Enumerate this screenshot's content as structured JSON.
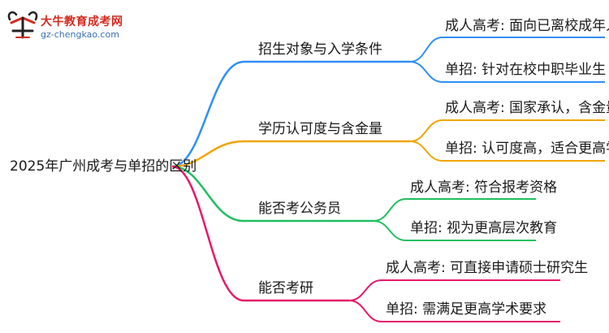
{
  "logo": {
    "name_cn": "大牛教育成考网",
    "url": "gz-chengkao.com",
    "mark_text": "大牛"
  },
  "mindmap": {
    "root": "2025年广州成考与单招的区别",
    "colors": {
      "branch1": "#2f8ef5",
      "branch2": "#f0a500",
      "branch3": "#1fbf5f",
      "branch4": "#e8196b"
    },
    "branches": [
      {
        "label": "招生对象与入学条件",
        "children": [
          "成人高考: 面向已离校成年人",
          "单招: 针对在校中职毕业生"
        ]
      },
      {
        "label": "学历认可度与含金量",
        "children": [
          "成人高考: 国家承认，含金量高",
          "单招: 认可度高，适合更高学府"
        ]
      },
      {
        "label": "能否考公务员",
        "children": [
          "成人高考: 符合报考资格",
          "单招: 视为更高层次教育"
        ]
      },
      {
        "label": "能否考研",
        "children": [
          "成人高考: 可直接申请硕士研究生",
          "单招: 需满足更高学术要求"
        ]
      }
    ]
  }
}
